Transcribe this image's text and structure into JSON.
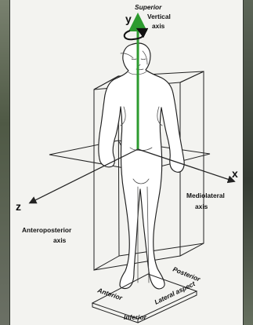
{
  "labels": {
    "top_superior": "Superior",
    "vertical_line_1": "Vertical",
    "vertical_line_2": "axis",
    "y_letter": "y",
    "x_letter": "x",
    "z_letter": "z",
    "mediolateral_line_1": "Mediolateral",
    "mediolateral_line_2": "axis",
    "anteroposterior_line_1": "Anteroposterior",
    "anteroposterior_line_2": "axis",
    "posterior": "Posterior",
    "lateral_aspect": "Lateral aspect",
    "anterior": "Anterior",
    "inferior": "Inferior"
  },
  "colors": {
    "vertical_axis": "#2d9b2f",
    "x_axis_letter": "#d91f26",
    "z_axis_letter": "#1f4fcf",
    "diagram_lines": "#222222",
    "background": "#f3f3f0"
  }
}
